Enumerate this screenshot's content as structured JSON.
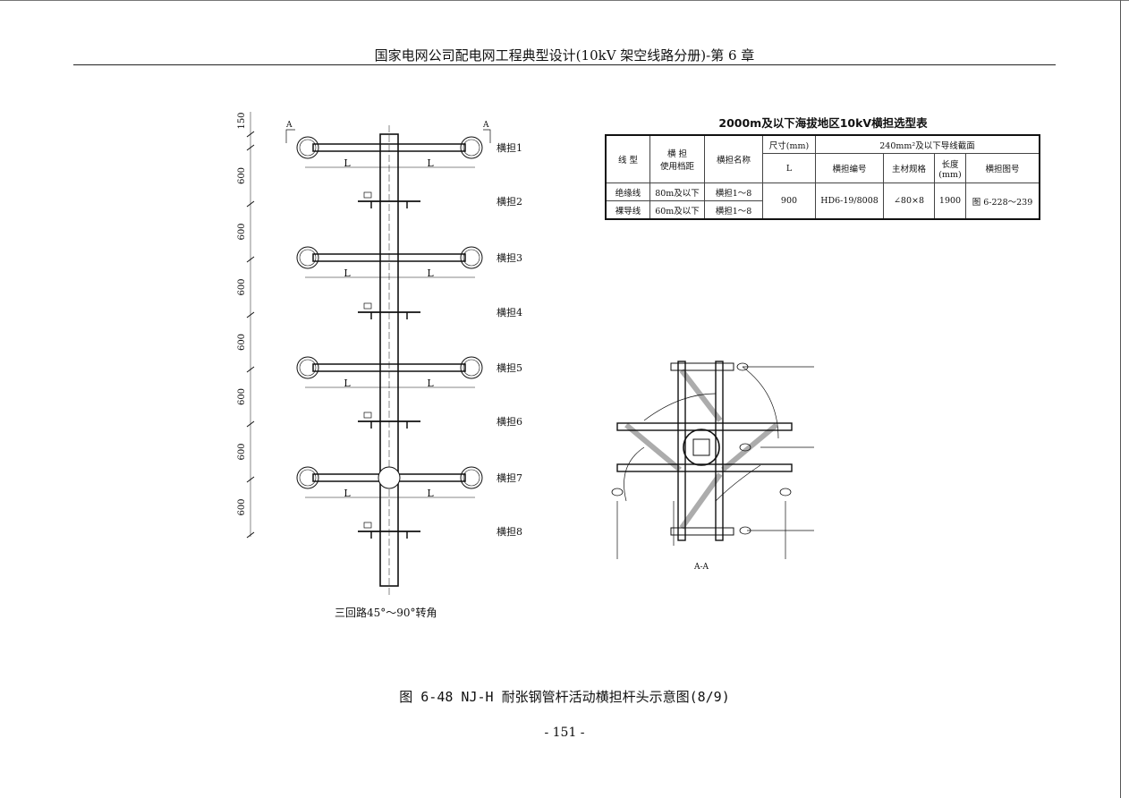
{
  "header": {
    "title": "国家电网公司配电网工程典型设计(10kV 架空线路分册)-第 6 章"
  },
  "table": {
    "title": "2000m及以下海拔地区10kV横担选型表",
    "headers": {
      "line_type": "线 型",
      "span": "横    担\n使用档距",
      "name": "横担名称",
      "size": "尺寸(mm)",
      "section": "240mm²及以下导线截面",
      "L": "L",
      "code": "横担编号",
      "material": "主材规格",
      "length": "长度\n(mm)",
      "drawing": "横担图号"
    },
    "rows": [
      {
        "line_type": "绝缘线",
        "span": "80m及以下",
        "name": "横担1～8"
      },
      {
        "line_type": "裸导线",
        "span": "60m及以下",
        "name": "横担1～8"
      }
    ],
    "shared": {
      "L": "900",
      "code": "HD6-19/8008",
      "material": "∠80×8",
      "length": "1900",
      "drawing": "图 6-228～239"
    }
  },
  "drawing": {
    "crossarm_labels": [
      "横担1",
      "横担2",
      "横担3",
      "横担4",
      "横担5",
      "横担6",
      "横担7",
      "横担8"
    ],
    "dims": [
      "150",
      "600",
      "600",
      "600",
      "600",
      "600",
      "600",
      "600"
    ],
    "L_label": "L",
    "section_mark": "A",
    "caption": "三回路45°～90°转角",
    "section_caption": "A-A"
  },
  "figure_caption": "图 6-48  NJ-H 耐张钢管杆活动横担杆头示意图(8/9)",
  "page_number": "- 151 -"
}
